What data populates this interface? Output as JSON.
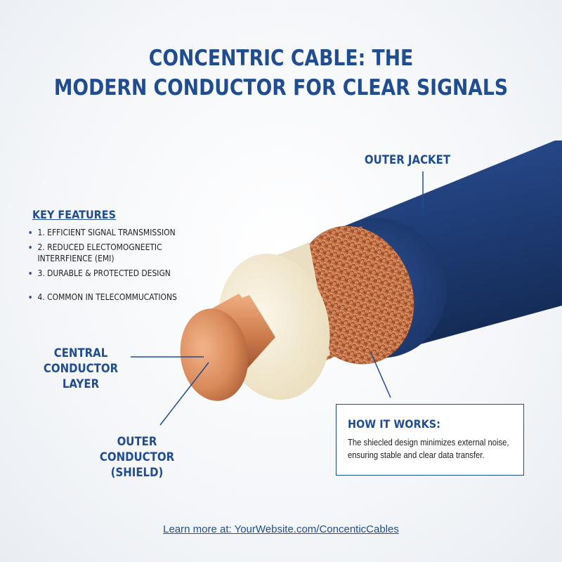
{
  "title": {
    "line1": "CONCENTRIC CABLE: THE",
    "line2": "MODERN CONDUCTOR FOR CLEAR SIGNALS"
  },
  "labels": {
    "outer_jacket": "OUTER JACKET",
    "central_conductor_1": "CENTRAL",
    "central_conductor_2": "CONDUCTOR LAYER",
    "outer_conductor_1": "OUTER CONDUCTOR",
    "outer_conductor_2": "(SHIELD)"
  },
  "key_features": {
    "heading": "KEY FEATURES",
    "items": [
      "1. Efficient Signal Transmission",
      "2. Reduced Electomogneetic Interrfience (EMI)",
      "3. Durable & Protected Design",
      "4. Common in Telecommucations"
    ]
  },
  "how_it_works": {
    "heading": "HOW IT WORKS:",
    "body": "The shiecled design minimizes external noise, ensuring stable and clear data transfer."
  },
  "footer": {
    "learn_more": "Learn more at: YourWebsite.com/ConcenticCables"
  },
  "colors": {
    "accent": "#1f4d8f",
    "jacket": "#203f7a",
    "copper": "#d98a5a",
    "dielectric": "#f3ead2"
  }
}
